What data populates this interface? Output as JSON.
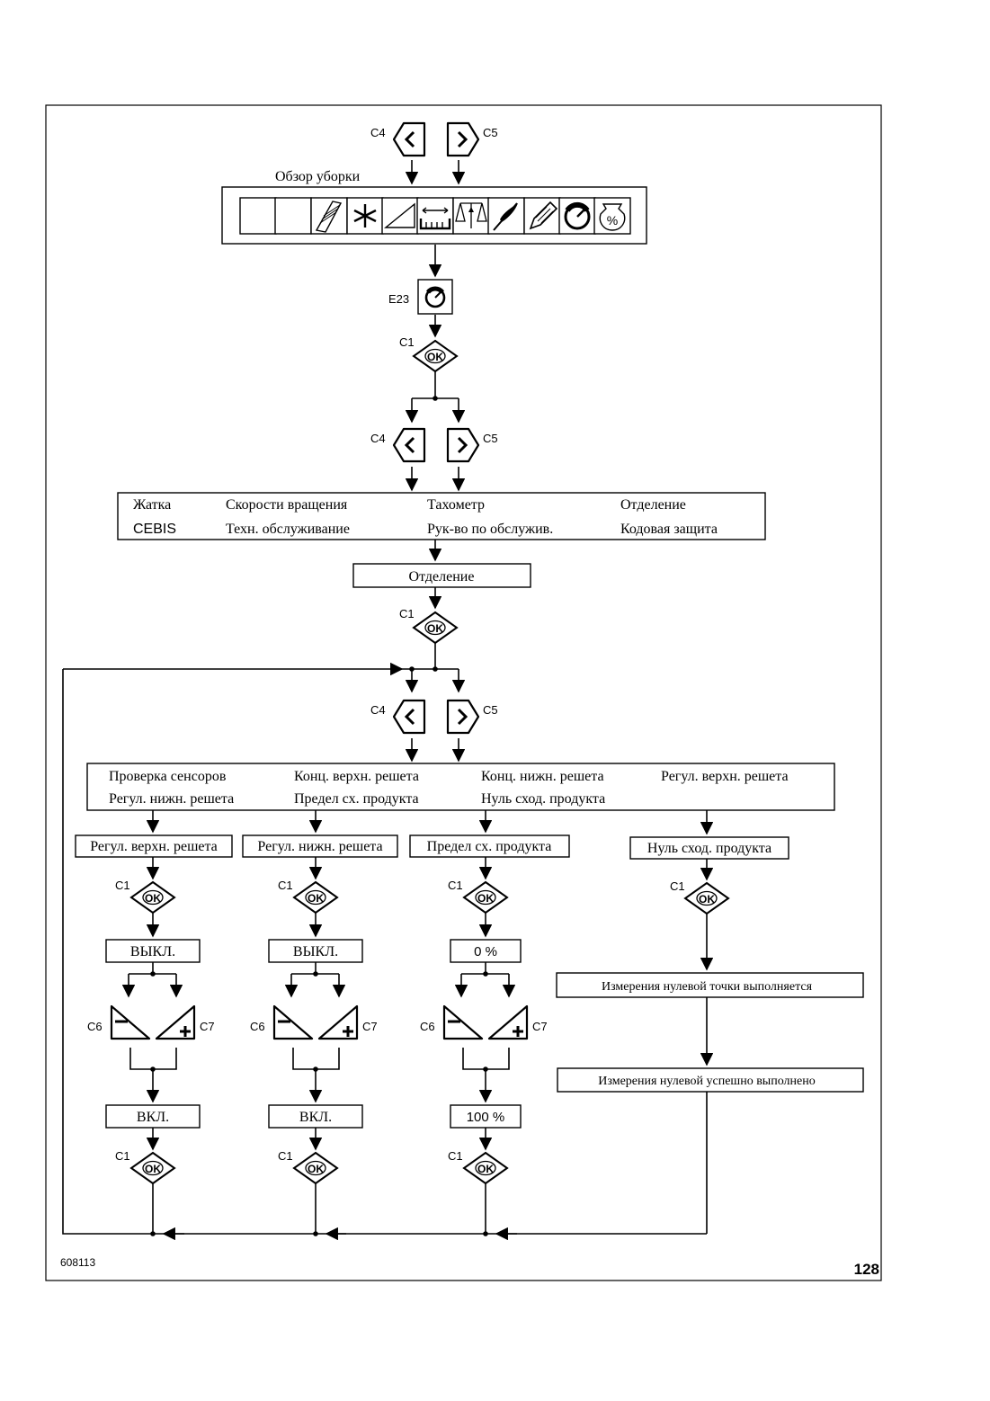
{
  "keys": {
    "c1": "C1",
    "c4": "C4",
    "c5": "C5",
    "c6": "C6",
    "c7": "C7",
    "e23": "E23",
    "ok": "OK",
    "minus": "−",
    "plus": "+"
  },
  "harvest_overview": {
    "title": "Обзор уборки",
    "icons": [
      "blank-icon",
      "blank-icon",
      "header-icon",
      "star-icon",
      "ramp-icon",
      "width-icon",
      "scale-icon",
      "grain-icon",
      "pencil-icon",
      "tachometer-icon",
      "percent-icon"
    ]
  },
  "menu1": {
    "items": [
      "Жатка",
      "Скорости вращения",
      "Тахометр",
      "Отделение",
      "CEBIS",
      "Техн. обслуживание",
      "Рук-во по обслужив.",
      "Кодовая защита"
    ]
  },
  "selected1": "Отделение",
  "menu2": {
    "items": [
      "Проверка сенсоров",
      "Конц. верхн. решета",
      "Конц. нижн. решета",
      "Регул. верхн. решета",
      "Регул. нижн. решета",
      "Предел сх. продукта",
      "Нуль сход. продукта"
    ]
  },
  "branches": {
    "b1": {
      "title": "Регул. верхн. решета",
      "from": "ВЫКЛ.",
      "to": "ВКЛ."
    },
    "b2": {
      "title": "Регул. нижн. решета",
      "from": "ВЫКЛ.",
      "to": "ВКЛ."
    },
    "b3": {
      "title": "Предел сх. продукта",
      "from": "0 %",
      "to": "100 %"
    },
    "b4": {
      "title": "Нуль сход. продукта",
      "step1": "Измерения нулевой точки выполняется",
      "step2": "Измерения нулевой успешно выполнено"
    }
  },
  "footer": {
    "code": "608113",
    "page": "128"
  },
  "colors": {
    "line": "#000000",
    "background": "#ffffff"
  }
}
